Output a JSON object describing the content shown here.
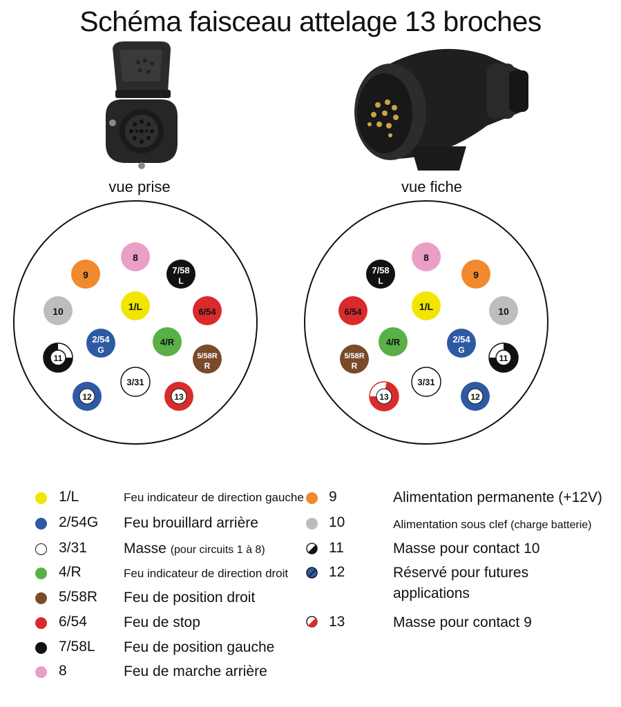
{
  "title": "Schéma faisceau attelage 13 broches",
  "views": {
    "socket_caption": "vue prise",
    "plug_caption": "vue fiche"
  },
  "pins": {
    "p1": {
      "label1": "1/L",
      "color": "#f2e600"
    },
    "p2": {
      "label1": "2/54",
      "label2": "G",
      "color": "#2d5aa3"
    },
    "p3": {
      "label1": "3/31",
      "color": "#ffffff"
    },
    "p4": {
      "label1": "4/R",
      "color": "#58b047"
    },
    "p5": {
      "label1": "5/58R",
      "label2": "R",
      "color": "#7a4a2a"
    },
    "p6": {
      "label1": "6/54",
      "color": "#d92b2b"
    },
    "p7": {
      "label1": "7/58",
      "label2": "L",
      "color": "#111111"
    },
    "p8": {
      "label1": "8",
      "color": "#ea9fc6"
    },
    "p9": {
      "label1": "9",
      "color": "#f08a2c"
    },
    "p10": {
      "label1": "10",
      "color": "#bdbdbd"
    },
    "p11": {
      "label1": "11",
      "color": "#111111"
    },
    "p12": {
      "label1": "12",
      "color": "#2d5aa3"
    },
    "p13": {
      "label1": "13",
      "color": "#d92b2b"
    }
  },
  "legend_left": [
    {
      "code": "1/L",
      "desc": "Feu indicateur de direction gauche",
      "color": "#f2e600"
    },
    {
      "code": "2/54G",
      "desc": "Feu brouillard arrière",
      "color": "#2d5aa3"
    },
    {
      "code": "3/31",
      "desc": "Masse",
      "note": "(pour circuits 1 à 8)",
      "color": "#ffffff"
    },
    {
      "code": "4/R",
      "desc": "Feu indicateur de direction droit",
      "color": "#58b047"
    },
    {
      "code": "5/58R",
      "desc": "Feu de position droit",
      "color": "#7a4a2a"
    },
    {
      "code": "6/54",
      "desc": "Feu de stop",
      "color": "#d92b2b"
    },
    {
      "code": "7/58L",
      "desc": "Feu de position gauche",
      "color": "#111111"
    },
    {
      "code": "8",
      "desc": "Feu de marche arrière",
      "color": "#ea9fc6"
    }
  ],
  "legend_right": [
    {
      "code": "9",
      "desc": "Alimentation permanente (+12V)",
      "color": "#f08a2c"
    },
    {
      "code": "10",
      "desc": "Alimentation sous clef",
      "note": "(charge batterie)",
      "color": "#bdbdbd"
    },
    {
      "code": "11",
      "desc": "Masse pour contact 10",
      "color": "#111111"
    },
    {
      "code": "12",
      "desc": "Réservé pour futures",
      "desc2": "applications",
      "color": "#2d5aa3"
    },
    {
      "code": "13",
      "desc": "Masse pour contact 9",
      "color": "#d92b2b"
    }
  ]
}
